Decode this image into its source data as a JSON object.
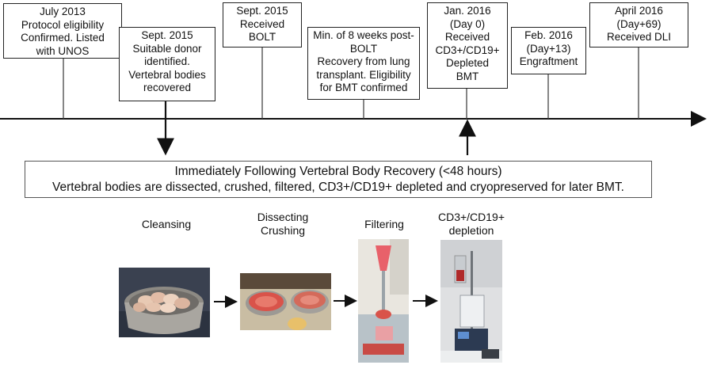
{
  "timeline": {
    "events": [
      {
        "lines": [
          "July 2013",
          "Protocol eligibility",
          "Confirmed. Listed",
          "with UNOS"
        ]
      },
      {
        "lines": [
          "Sept. 2015",
          "Suitable donor",
          "identified.",
          "Vertebral bodies",
          "recovered"
        ]
      },
      {
        "lines": [
          "Sept. 2015",
          "Received",
          "BOLT"
        ]
      },
      {
        "lines": [
          "Min. of 8 weeks post-",
          "BOLT",
          "Recovery from lung",
          "transplant. Eligibility",
          "for BMT confirmed"
        ]
      },
      {
        "lines": [
          "Jan. 2016",
          "(Day 0)",
          "Received",
          "CD3+/CD19+",
          "Depleted",
          "BMT"
        ]
      },
      {
        "lines": [
          "Feb. 2016",
          "(Day+13)",
          "Engraftment"
        ]
      },
      {
        "lines": [
          "April 2016",
          "(Day+69)",
          "Received DLI"
        ]
      }
    ]
  },
  "banner": {
    "title": "Immediately Following Vertebral Body Recovery (<48 hours)",
    "subtitle": "Vertebral bodies are dissected, crushed, filtered, CD3+/CD19+ depleted and cryopreserved for later BMT."
  },
  "steps": [
    {
      "lines": [
        "Cleansing"
      ],
      "photo": "bowl-of-vertebral-bodies-photo"
    },
    {
      "lines": [
        "Dissecting",
        "Crushing"
      ],
      "photo": "crushed-marrow-bowls-photo"
    },
    {
      "lines": [
        "Filtering"
      ],
      "photo": "filtering-apparatus-photo"
    },
    {
      "lines": [
        "CD3+/CD19+",
        "depletion"
      ],
      "photo": "depletion-device-photo"
    }
  ],
  "colors": {
    "marrow": "#d9534a",
    "steel": "#b9b7b2",
    "line": "#222222"
  }
}
